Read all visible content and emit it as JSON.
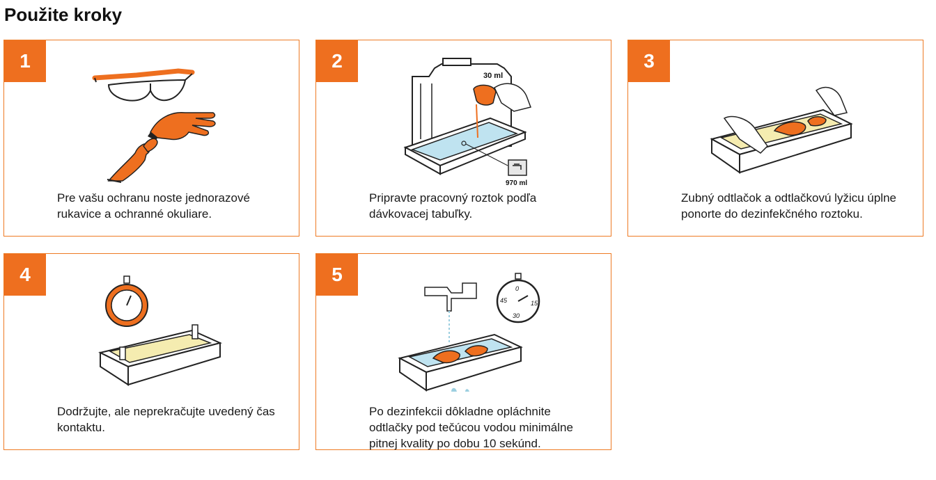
{
  "page": {
    "title": "Použite kroky"
  },
  "steps": [
    {
      "number": "1",
      "lines": [
        "Pre vašu ochranu noste jednorazové",
        "rukavice a ochranné okuliare."
      ]
    },
    {
      "number": "2",
      "lines": [
        "Pripravte pracovný roztok podľa",
        "dávkovacej tabuľky."
      ],
      "labels": {
        "concentrate": "30 ml",
        "water": "970 ml"
      }
    },
    {
      "number": "3",
      "lines": [
        "Zubný odtlačok a odtlačkovú lyžicu úplne",
        "ponorte do dezinfekčného roztoku."
      ]
    },
    {
      "number": "4",
      "lines": [
        "Dodržujte, ale neprekračujte uvedený čas",
        "kontaktu."
      ]
    },
    {
      "number": "5",
      "lines": [
        "Po dezinfekcii dôkladne opláchnite",
        "odtlačky pod tečúcou vodou minimálne",
        "pitnej kvality po dobu 10 sekúnd."
      ],
      "timer_marks": [
        "0",
        "15",
        "30",
        "45"
      ]
    }
  ],
  "colors": {
    "accent": "#ee6f1f",
    "border": "#ee7a23",
    "solution_blue": "#bfe3f0",
    "solution_yellow": "#f5ecb0"
  },
  "icons": [
    "safety-glasses-icon",
    "gloved-hands-icon",
    "bottle-icon",
    "tray-icon",
    "faucet-icon",
    "impression-tray-icon",
    "stopwatch-icon"
  ]
}
